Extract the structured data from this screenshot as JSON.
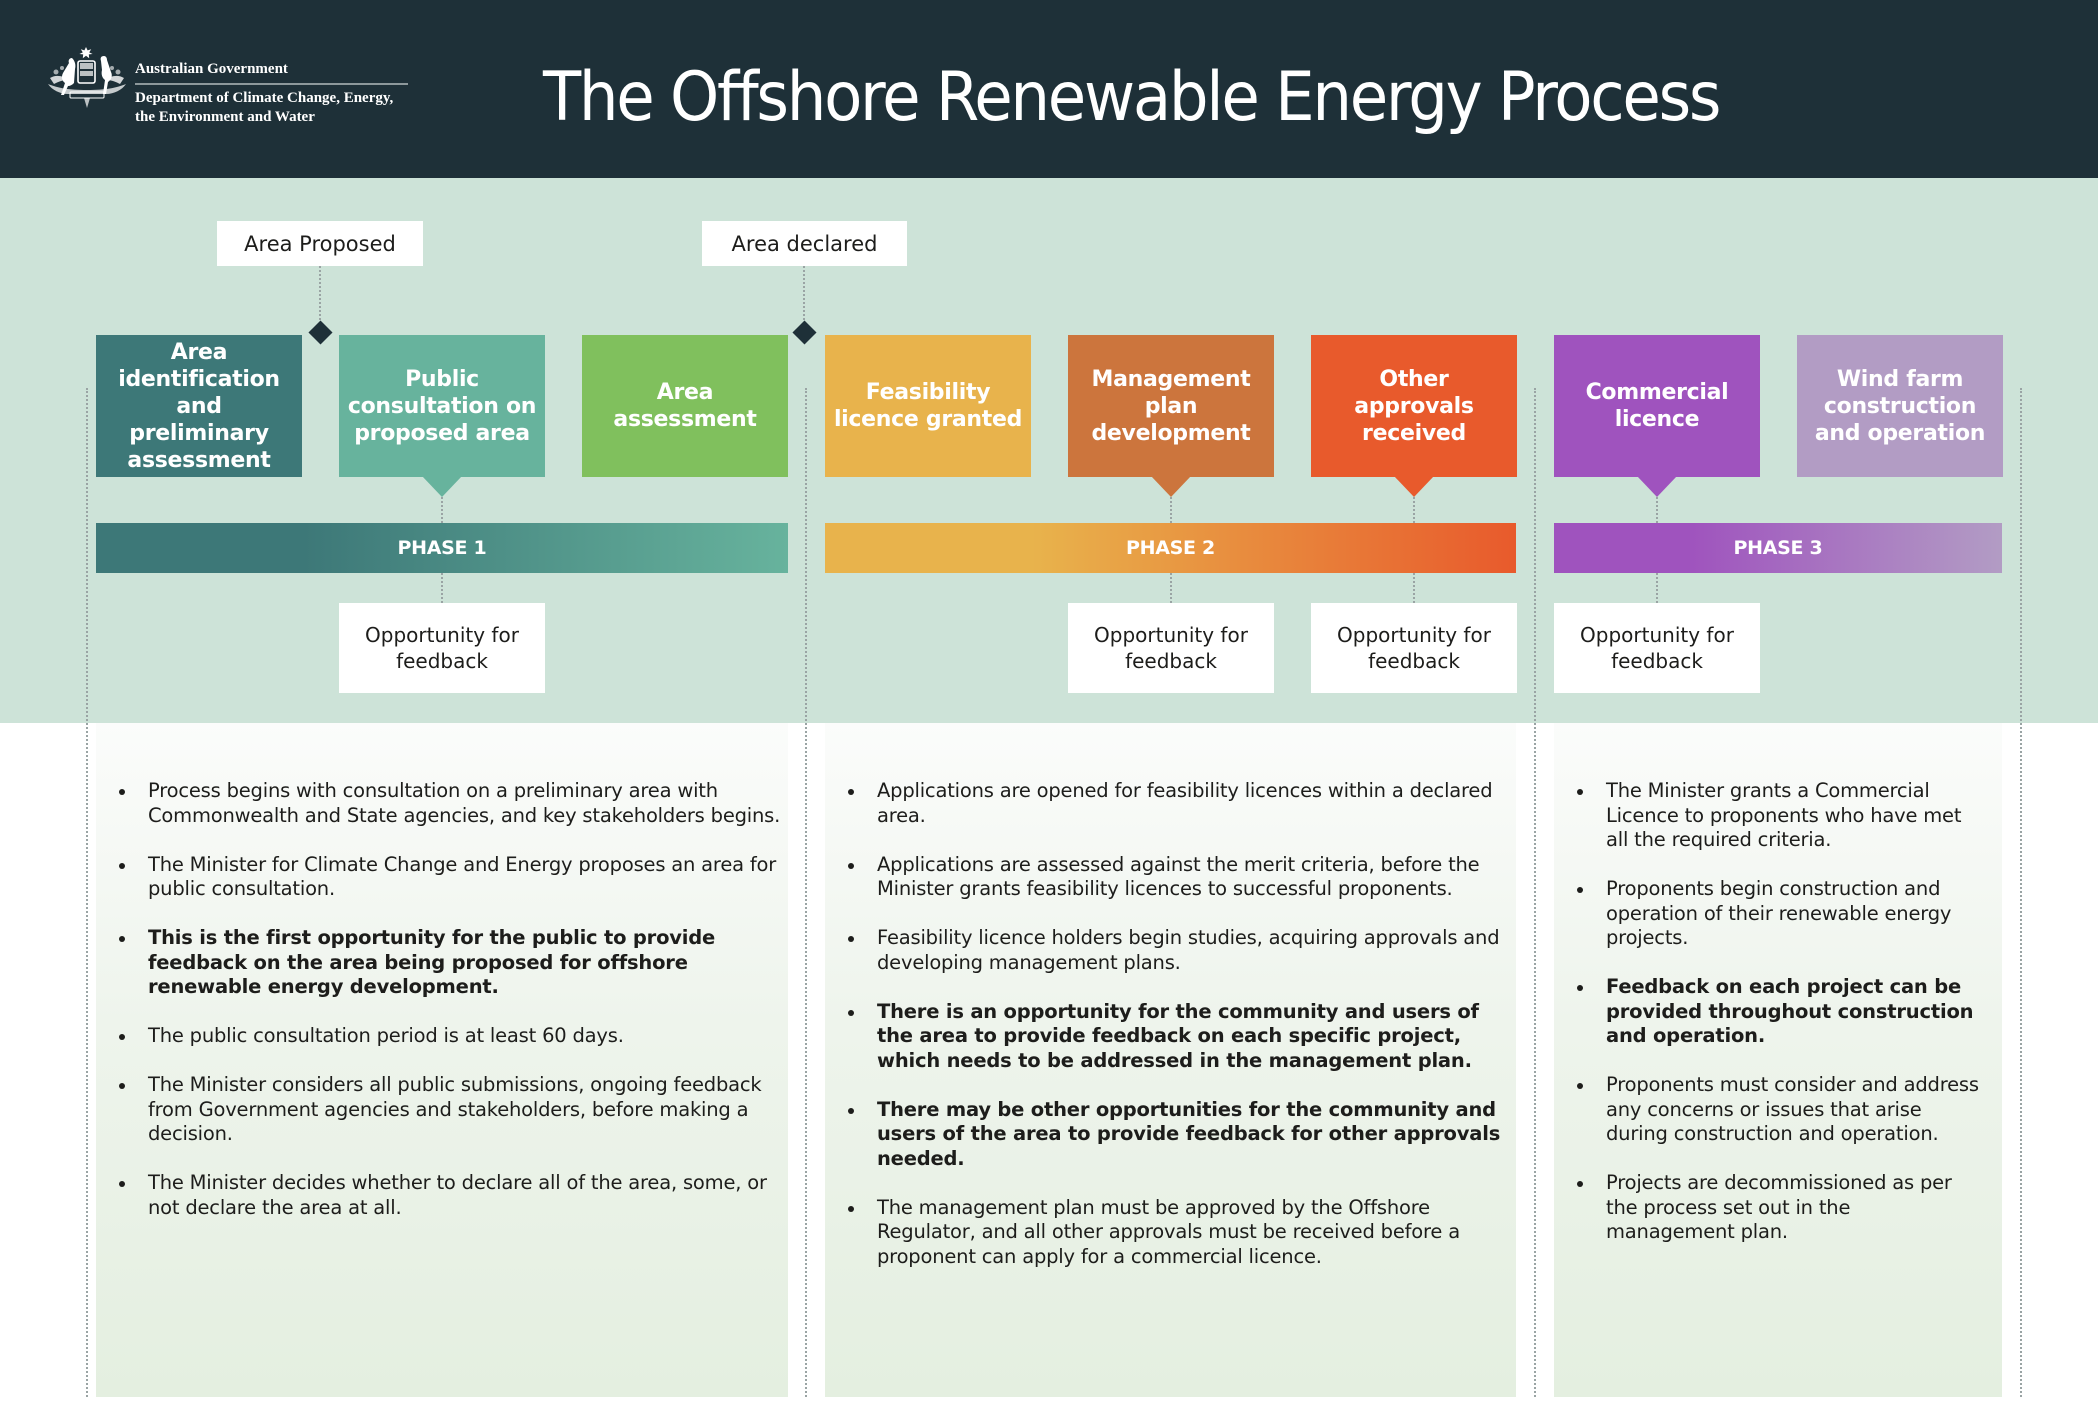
{
  "header": {
    "title": "The Offshore Renewable Energy Process",
    "org": {
      "name": "Australian Government",
      "department_line1": "Department of Climate Change, Energy,",
      "department_line2": "the Environment and Water"
    }
  },
  "milestones": [
    {
      "label": "Area Proposed",
      "icon": "diamond-marker"
    },
    {
      "label": "Area declared",
      "icon": "diamond-marker"
    }
  ],
  "steps": [
    {
      "label": "Area identification and preliminary assessment",
      "color": "#3d7878",
      "phase": 1,
      "has_feedback": false
    },
    {
      "label": "Public consultation on proposed area",
      "color": "#67b39d",
      "phase": 1,
      "has_feedback": true
    },
    {
      "label": "Area assessment",
      "color": "#80c05d",
      "phase": 1,
      "has_feedback": false
    },
    {
      "label": "Feasibility licence granted",
      "color": "#e8b34c",
      "phase": 2,
      "has_feedback": false
    },
    {
      "label": "Management plan development",
      "color": "#cc753d",
      "phase": 2,
      "has_feedback": true
    },
    {
      "label": "Other approvals received",
      "color": "#e85a2c",
      "phase": 2,
      "has_feedback": true
    },
    {
      "label": "Commercial licence",
      "color": "#9f53be",
      "phase": 3,
      "has_feedback": true
    },
    {
      "label": "Wind farm construction and operation",
      "color": "#b29cc4",
      "phase": 3,
      "has_feedback": false
    }
  ],
  "phases": [
    {
      "label": "PHASE 1",
      "color_start": "#3d7878",
      "color_end": "#67b39d"
    },
    {
      "label": "PHASE 2",
      "color_start": "#e8b34c",
      "color_end": "#e85a2c"
    },
    {
      "label": "PHASE 3",
      "color_start": "#9f53be",
      "color_end": "#b29cc4"
    }
  ],
  "feedback_label": "Opportunity for feedback",
  "details": [
    {
      "phase": "PHASE 1",
      "bullets": [
        {
          "text": "Process begins with consultation on a preliminary area with Commonwealth and State agencies, and key stakeholders begins.",
          "bold": false
        },
        {
          "text": "The Minister for Climate Change and Energy proposes an area for public consultation.",
          "bold": false
        },
        {
          "text": "This is the first opportunity for the public to provide feedback on the area being proposed for offshore renewable energy development.",
          "bold": true
        },
        {
          "text": "The public consultation period is at least 60 days.",
          "bold": false
        },
        {
          "text": "The Minister considers all public submissions, ongoing feedback from Government agencies and stakeholders, before making a decision.",
          "bold": false
        },
        {
          "text": "The Minister decides whether to declare all of the area, some, or not declare the area at all.",
          "bold": false
        }
      ]
    },
    {
      "phase": "PHASE 2",
      "bullets": [
        {
          "text": "Applications are opened for feasibility licences within a declared area.",
          "bold": false
        },
        {
          "text": "Applications are assessed against the merit criteria, before the Minister grants feasibility licences to successful proponents.",
          "bold": false
        },
        {
          "text": "Feasibility licence holders begin studies, acquiring approvals and developing management plans.",
          "bold": false
        },
        {
          "text": "There is an opportunity for the community and users of the area to provide feedback on each specific project, which needs to be addressed in the management plan.",
          "bold": true
        },
        {
          "text": "There may be other opportunities for the community and users of the area to provide feedback for other approvals needed.",
          "bold": true
        },
        {
          "text": "The management plan must be approved by the Offshore Regulator, and all other approvals must be received before a proponent can apply for a commercial licence.",
          "bold": false
        }
      ]
    },
    {
      "phase": "PHASE 3",
      "bullets": [
        {
          "text": "The Minister grants a Commercial Licence to proponents who have met all the required criteria.",
          "bold": false
        },
        {
          "text": "Proponents begin construction and operation of their renewable energy projects.",
          "bold": false
        },
        {
          "text": "Feedback on each project can be provided throughout construction and operation.",
          "bold": true
        },
        {
          "text": "Proponents must consider and address any concerns or issues that arise during construction and operation.",
          "bold": false
        },
        {
          "text": "Projects are decommissioned as per the process set out in the management plan.",
          "bold": false
        }
      ]
    }
  ]
}
